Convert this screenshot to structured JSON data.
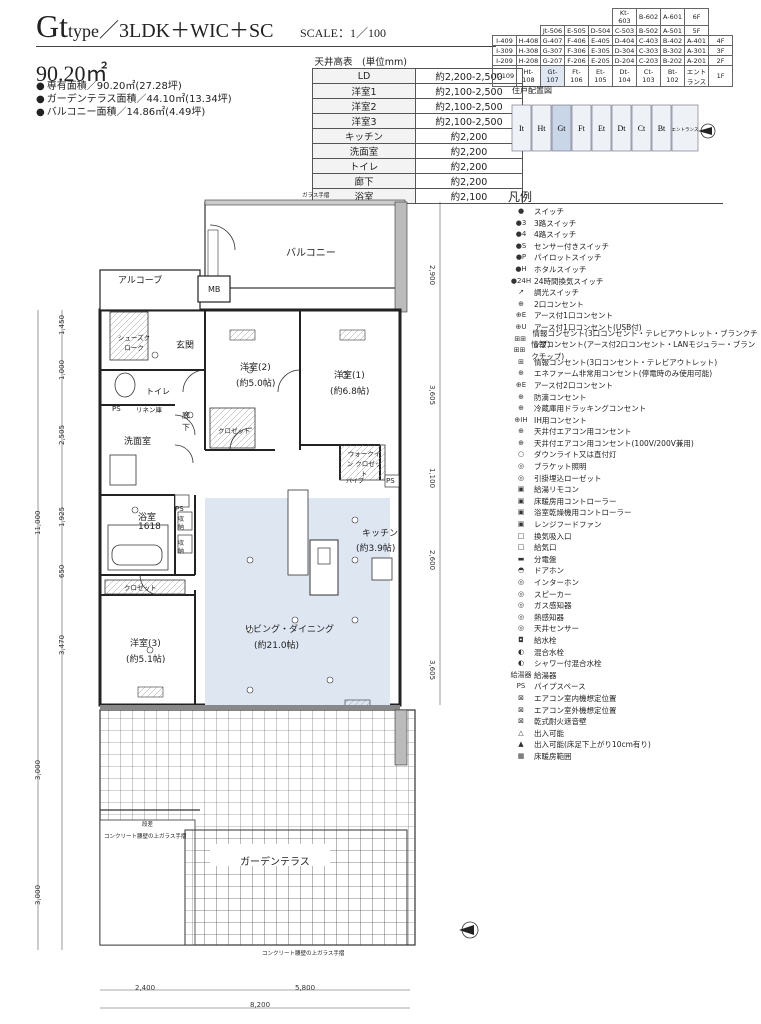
{
  "header": {
    "type_main": "Gt",
    "type_small": "type",
    "type_rest": "／3LDK＋WIC＋SC",
    "scale": "SCALE：1／100",
    "area_main": "90.20㎡",
    "bullets": [
      "専有面積／90.20㎡(27.28坪)",
      "ガーデンテラス面積／44.10㎡(13.34坪)",
      "バルコニー面積／14.86㎡(4.49坪)"
    ]
  },
  "ceiling_table": {
    "title": "天井高表　(単位mm)",
    "rows": [
      [
        "LD",
        "約2,200-2,500"
      ],
      [
        "洋室1",
        "約2,100-2,500"
      ],
      [
        "洋室2",
        "約2,100-2,500"
      ],
      [
        "洋室3",
        "約2,100-2,500"
      ],
      [
        "キッチン",
        "約2,200"
      ],
      [
        "洗面室",
        "約2,200"
      ],
      [
        "トイレ",
        "約2,200"
      ],
      [
        "廊下",
        "約2,200"
      ],
      [
        "浴室",
        "約2,100"
      ]
    ]
  },
  "floor_table": {
    "rows": [
      [
        "",
        "",
        "",
        "",
        "",
        "Kt-603",
        "B-602",
        "A-601",
        "6F"
      ],
      [
        "",
        "",
        "Jt-506",
        "E-505",
        "D-504",
        "C-503",
        "B-502",
        "A-501",
        "5F"
      ],
      [
        "I-409",
        "H-408",
        "G-407",
        "F-406",
        "E-405",
        "D-404",
        "C-403",
        "B-402",
        "A-401",
        "4F"
      ],
      [
        "I-309",
        "H-308",
        "G-307",
        "F-306",
        "E-305",
        "D-304",
        "C-303",
        "B-302",
        "A-301",
        "3F"
      ],
      [
        "I-209",
        "H-208",
        "G-207",
        "F-206",
        "E-205",
        "D-204",
        "C-203",
        "B-202",
        "A-201",
        "2F"
      ],
      [
        "It-109",
        "Ht-108",
        "Gt-107",
        "Ft-106",
        "Et-105",
        "Dt-104",
        "Ct-103",
        "Bt-102",
        "エントランス",
        "1F"
      ]
    ]
  },
  "position": {
    "title": "住戸配置図",
    "units": [
      "It",
      "Ht",
      "Gt",
      "Ft",
      "Et",
      "Dt",
      "Ct",
      "Bt",
      "エントランス"
    ]
  },
  "legend": {
    "title": "凡例",
    "items": [
      [
        "●",
        "スイッチ"
      ],
      [
        "●3",
        "3路スイッチ"
      ],
      [
        "●4",
        "4路スイッチ"
      ],
      [
        "●S",
        "センサー付きスイッチ"
      ],
      [
        "●P",
        "パイロットスイッチ"
      ],
      [
        "●H",
        "ホタルスイッチ"
      ],
      [
        "●24H",
        "24時間換気スイッチ"
      ],
      [
        "↗",
        "調光スイッチ"
      ],
      [
        "⊕",
        "2口コンセント"
      ],
      [
        "⊕E",
        "アース付1口コンセント"
      ],
      [
        "⊕U",
        "アース付1口コンセント(USB付)"
      ],
      [
        "⊞⊞",
        "情報コンセント(3口コンセント・テレビアウトレット・ブランクチップ)"
      ],
      [
        "⊞⊞",
        "情報コンセント(アース付2口コンセント・LANモジュラー・ブランクチップ)"
      ],
      [
        "⊞",
        "情報コンセント(3口コンセント・テレビアウトレット)"
      ],
      [
        "⊕",
        "エネファーム非常用コンセント(停電時のみ使用可能)"
      ],
      [
        "⊕E",
        "アース付2口コンセント"
      ],
      [
        "⊕",
        "防滴コンセント"
      ],
      [
        "⊕",
        "冷蔵庫用ドラッキングコンセント"
      ],
      [
        "⊕IH",
        "IH用コンセント"
      ],
      [
        "⊕",
        "天井付エアコン用コンセント"
      ],
      [
        "⊕",
        "天井付エアコン用コンセント(100V/200V兼用)"
      ],
      [
        "○",
        "ダウンライト又は直付灯"
      ],
      [
        "◎",
        "ブラケット照明"
      ],
      [
        "◎",
        "引掛埋込ローゼット"
      ],
      [
        "▣",
        "給湯リモコン"
      ],
      [
        "▣",
        "床暖房用コントローラー"
      ],
      [
        "▣",
        "浴室乾燥機用コントローラー"
      ],
      [
        "▣",
        "レンジフードファン"
      ],
      [
        "□",
        "換気吸入口"
      ],
      [
        "□",
        "給気口"
      ],
      [
        "▬",
        "分電盤"
      ],
      [
        "◓",
        "ドアホン"
      ],
      [
        "◎",
        "インターホン"
      ],
      [
        "◎",
        "スピーカー"
      ],
      [
        "◎",
        "ガス感知器"
      ],
      [
        "◎",
        "熱感知器"
      ],
      [
        "◎",
        "天井センサー"
      ],
      [
        "◘",
        "給水栓"
      ],
      [
        "◐",
        "混合水栓"
      ],
      [
        "◐",
        "シャワー付混合水栓"
      ],
      [
        "給湯器",
        "給湯器"
      ],
      [
        "PS",
        "パイプスペース"
      ],
      [
        "⊠",
        "エアコン室内機想定位置"
      ],
      [
        "⊠",
        "エアコン室外機想定位置"
      ],
      [
        "⊠",
        "乾式耐火遮音壁"
      ],
      [
        "△",
        "出入可能"
      ],
      [
        "▲",
        "出入可能(床足下上がり10cm有り)"
      ],
      [
        "▦",
        "床暖房範囲"
      ]
    ]
  },
  "plan": {
    "rooms": {
      "balcony": "バルコニー",
      "alcove": "アルコーブ",
      "mb": "MB",
      "shoes_closet": "シューズクローク",
      "entrance": "玄関",
      "youshitsu2": "洋室(2)",
      "youshitsu2_size": "(約5.0帖)",
      "youshitsu1": "洋室(1)",
      "youshitsu1_size": "(約6.8帖)",
      "toilet": "トイレ",
      "linen": "リネン庫",
      "corridor": "廊下",
      "washroom": "洗面室",
      "closet": "クロゼット",
      "wic": "ウォークイン クロゼット",
      "bath": "浴室",
      "bath_size": "1618",
      "kitchen": "キッチン",
      "kitchen_size": "(約3.9帖)",
      "living": "リビング・ダイニング",
      "living_size": "(約21.0帖)",
      "youshitsu3": "洋室(3)",
      "youshitsu3_size": "(約5.1帖)",
      "garden": "ガーデンテラス",
      "ps": "PS",
      "storage": "収納",
      "glass_top": "ガラス手摺",
      "concrete_top": "コンクリート腰壁の上ガラス手摺",
      "concrete_bottom": "コンクリート腰壁の上ガラス手摺",
      "step": "段差",
      "pipe": "パイプ"
    },
    "dims_left": [
      "1,450",
      "1,000",
      "2,505",
      "1,925",
      "650",
      "3,470",
      "11,000",
      "3,000",
      "3,000"
    ],
    "dims_right": [
      "2,900",
      "3,605",
      "1,100",
      "2,600",
      "3,605"
    ],
    "dims_bottom": [
      "2,400",
      "5,800",
      "8,200"
    ]
  }
}
